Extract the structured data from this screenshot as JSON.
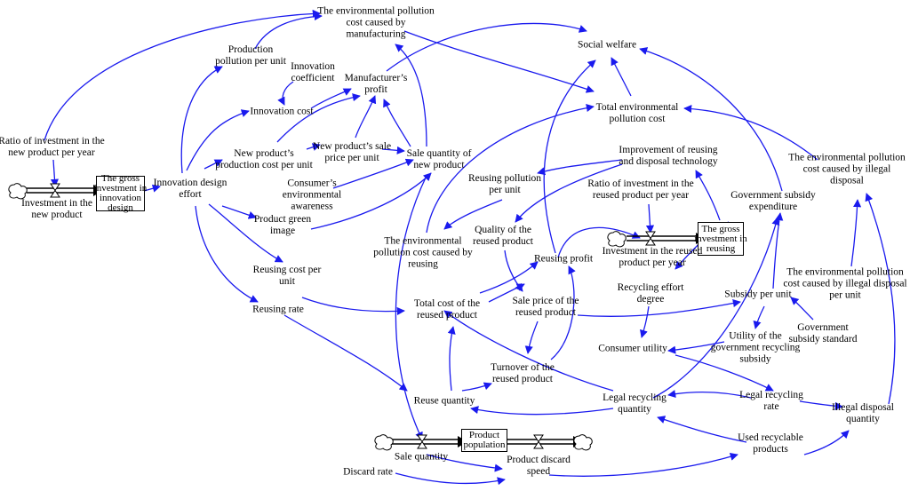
{
  "variables": {
    "ratio_new_product": "Ratio of investment in the\nnew product per year",
    "investment_new_product": "Investment in the\nnew product",
    "gross_investment_innovation": "The gross\ninvestment in\ninnovation\ndesign",
    "innovation_design_effort": "Innovation design\neffort",
    "production_pollution": "Production\npollution per unit",
    "innovation_coefficient": "Innovation\ncoefficient",
    "innovation_cost": "Innovation cost",
    "env_pollution_manufacturing": "The environmental pollution\ncost caused by\nmanufacturing",
    "manufacturers_profit": "Manufacturer’s\nprofit",
    "social_welfare": "Social welfare",
    "total_env_pollution": "Total environmental\npollution cost",
    "new_product_production_cost": "New product’s\nproduction cost per unit",
    "new_product_sale_price": "New product’s sale\nprice per unit",
    "sale_quantity_new_product": "Sale quantity of\nnew product",
    "consumer_env_awareness": "Consumer’s\nenvironmental\nawareness",
    "product_green_image": "Product green\nimage",
    "improvement_reusing_tech": "Improvement of reusing\nand disposal technology",
    "reusing_pollution": "Reusing pollution\nper unit",
    "env_pollution_reusing": "The environmental\npollution cost caused by\nreusing",
    "quality_reused": "Quality of the\nreused product",
    "ratio_reused": "Ratio of investment in the\nreused product per year",
    "gross_investment_reusing": "The gross\ninvestment in\nreusing",
    "investment_reused": "Investment in the reused\nproduct per year",
    "government_subsidy": "Government subsidy\nexpenditure",
    "env_pollution_illegal": "The environmental pollution\ncost caused by illegal\ndisposal",
    "env_pollution_illegal_per_unit": "The environmental pollution\ncost caused by illegal disposal\nper unit",
    "reusing_profit": "Reusing profit",
    "reusing_cost": "Reusing cost per\nunit",
    "reusing_rate": "Reusing rate",
    "total_cost_reused": "Total cost of the\nreused product",
    "sale_price_reused": "Sale price of the\nreused product",
    "recycling_effort": "Recycling effort\ndegree",
    "subsidy_per_unit": "Subsidy per unit",
    "government_subsidy_standard": "Government\nsubsidy standard",
    "utility_government_recycling": "Utility of the\ngovernment recycling\nsubsidy",
    "consumer_utility": "Consumer utility",
    "turnover_reused": "Turnover of the\nreused product",
    "legal_recycling_quantity": "Legal recycling\nquantity",
    "legal_recycling_rate": "Legal recycling\nrate",
    "illegal_disposal_quantity": "Illegal disposal\nquantity",
    "reuse_quantity": "Reuse quantity",
    "sale_quantity": "Sale quantity",
    "product_population": "Product\npopulation",
    "product_discard_speed": "Product discard\nspeed",
    "discard_rate": "Discard rate",
    "used_recyclable_products": "Used recyclable\nproducts"
  },
  "colors": {
    "link": "#1a1aee",
    "flow": "#000000",
    "text": "#000000"
  }
}
